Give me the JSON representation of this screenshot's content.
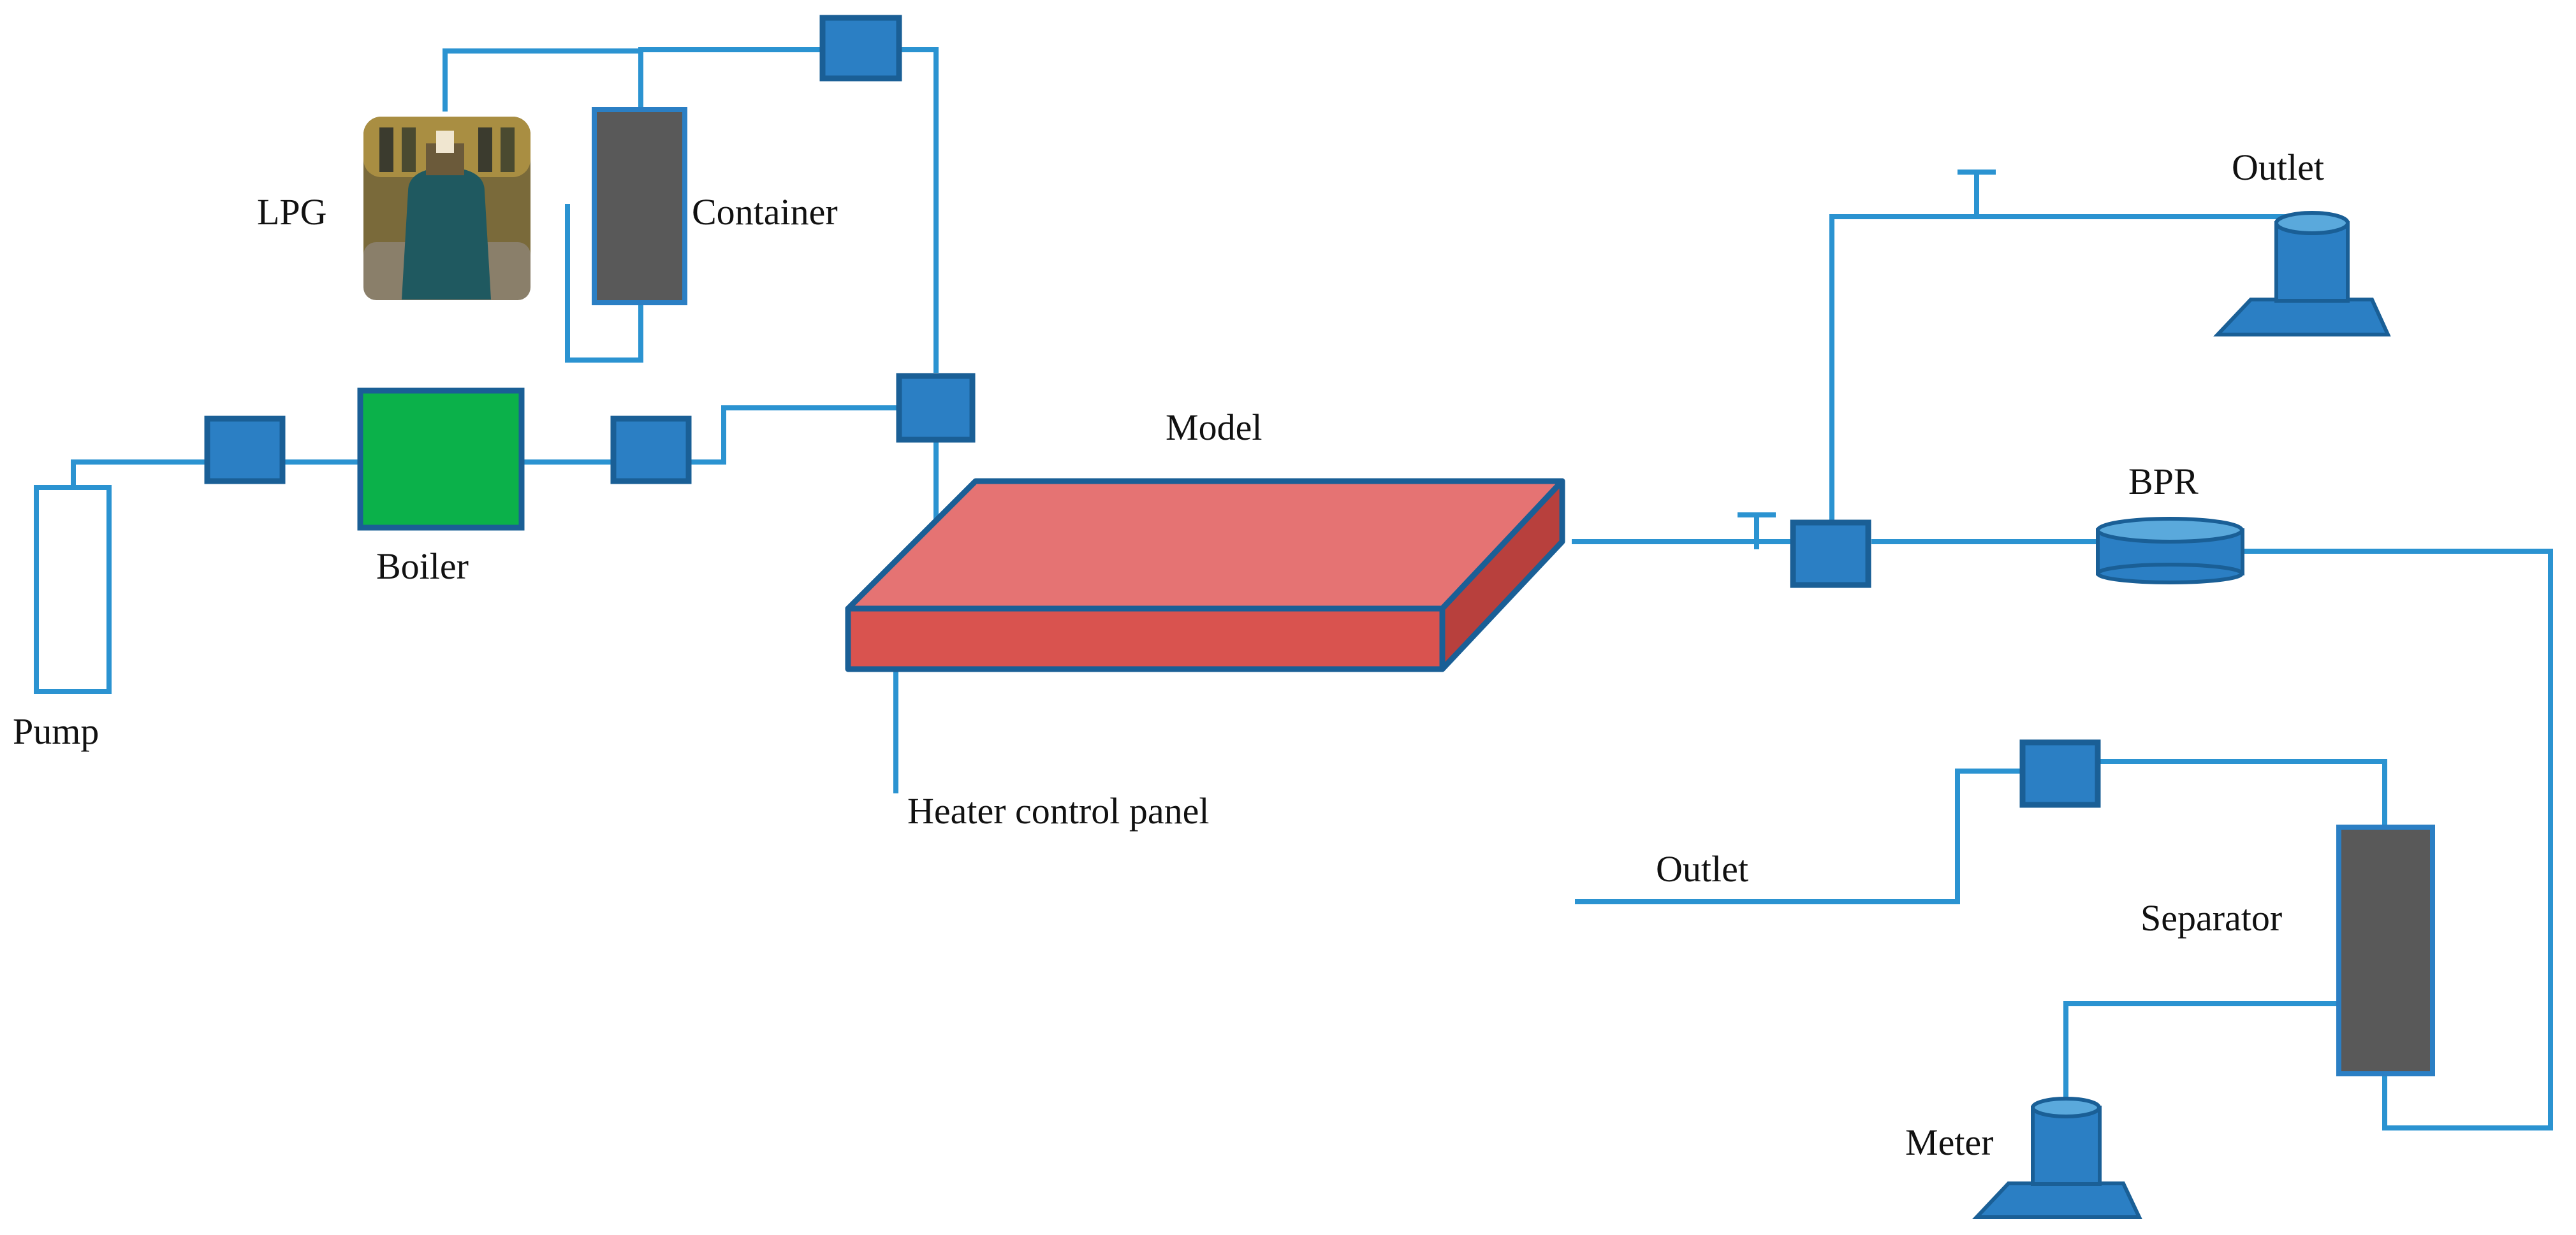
{
  "colors": {
    "pipe": "#2b93d1",
    "valve_fill": "#2b7fc4",
    "valve_stroke": "#1a5f96",
    "boiler_fill": "#0bb14a",
    "container_fill": "#595959",
    "model_top": "#e57373",
    "model_front": "#d9534f",
    "model_side": "#b8403d",
    "background": "#ffffff"
  },
  "labels": {
    "lpg": "LPG",
    "container": "Container",
    "pump": "Pump",
    "boiler": "Boiler",
    "model": "Model",
    "heater": "Heater control panel",
    "outlet_top": "Outlet",
    "bpr": "BPR",
    "outlet_mid": "Outlet",
    "separator": "Separator",
    "meter": "Meter"
  },
  "components": [
    {
      "id": "lpg-cylinder",
      "icon": "lpg-cylinder-photo"
    },
    {
      "id": "container",
      "icon": "vertical-vessel"
    },
    {
      "id": "pump",
      "icon": "pump-cylinder"
    },
    {
      "id": "boiler",
      "icon": "boiler-box"
    },
    {
      "id": "model",
      "icon": "slab-model"
    },
    {
      "id": "bpr",
      "icon": "back-pressure-regulator"
    },
    {
      "id": "separator",
      "icon": "vertical-vessel"
    },
    {
      "id": "meter",
      "icon": "gas-meter"
    },
    {
      "id": "outlet-top",
      "icon": "outlet-collector"
    }
  ]
}
